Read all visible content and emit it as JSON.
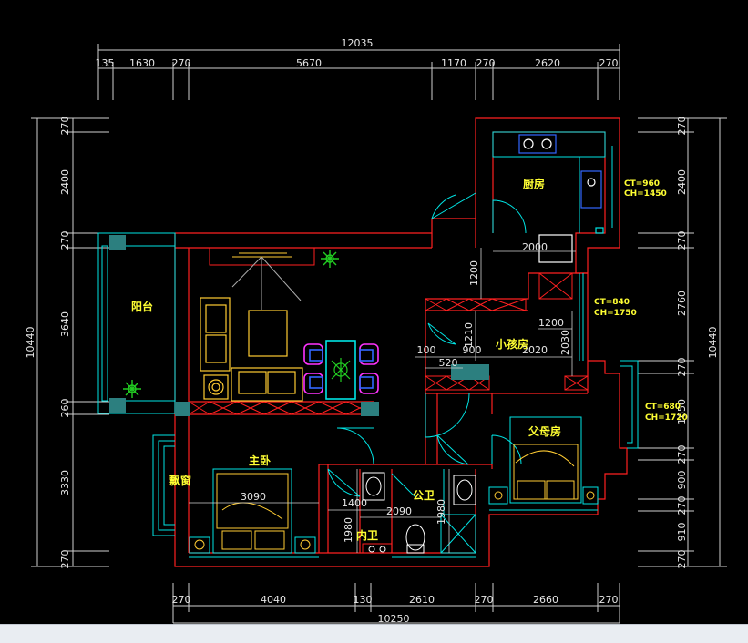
{
  "top_dims": {
    "total": "12035",
    "d1": "135",
    "d2": "1630",
    "d3": "270",
    "d4": "5670",
    "d5": "1170",
    "d6": "270",
    "d7": "2620",
    "d8": "270"
  },
  "bottom_dims": {
    "total": "10250",
    "d1": "270",
    "d2": "4040",
    "d3": "130",
    "d4": "2610",
    "d5": "270",
    "d6": "2660",
    "d7": "270"
  },
  "left_dims": {
    "total": "10440",
    "d1": "270",
    "d2": "2400",
    "d3": "270",
    "d4": "3640",
    "d5": "260",
    "d6": "3330",
    "d7": "270"
  },
  "right_dims": {
    "total": "10440",
    "d1": "270",
    "d2": "2400",
    "d3": "270",
    "d4": "2760",
    "d5": "270",
    "d6": "1650",
    "d7": "270",
    "d8": "900",
    "d9": "270",
    "d10": "910",
    "d11": "270"
  },
  "inner_dims": {
    "kitchen_w": "2000",
    "v1200": "1200",
    "v1210": "1210",
    "h1200": "1200",
    "h100": "100",
    "h900": "900",
    "h2020": "2020",
    "v2030": "2030",
    "h520": "520",
    "h3090": "3090",
    "h1400": "1400",
    "h2090": "2090",
    "v1980a": "1980",
    "v1980b": "1980"
  },
  "rooms": {
    "kitchen": "厨房",
    "balcony": "阳台",
    "small_bedroom": "小孩房",
    "parents_room": "父母房",
    "master": "主卧",
    "bay_window": "飘窗",
    "public_bath": "公卫",
    "ensuite_bath": "内卫"
  },
  "annotations": {
    "kitchen_ct": "CT=960",
    "kitchen_ch": "CH=1450",
    "small_ct": "CT=840",
    "small_ch": "CH=1750",
    "parents_ct": "CT=680",
    "parents_ch": "CH=1720"
  },
  "colors": {
    "background": "#000000",
    "wall": "#ff2020",
    "cyan": "#00e5e5",
    "yellow": "#ffff33",
    "magenta": "#ff33ff",
    "green": "#22cc22",
    "blue": "#3366ff",
    "dimension": "#e6e6e6",
    "statusbar": "#e9edf2"
  }
}
